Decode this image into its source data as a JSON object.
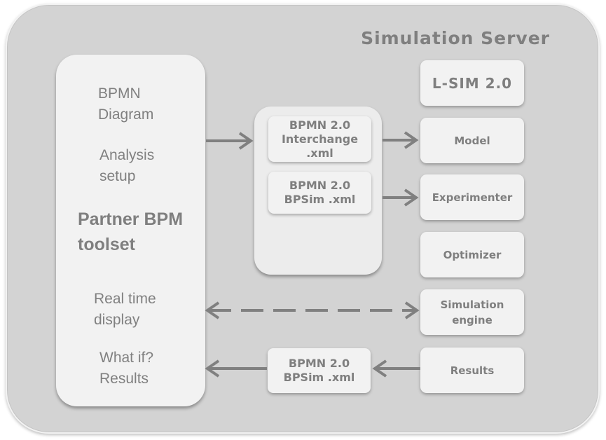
{
  "server": {
    "title": "Simulation Server"
  },
  "toolset": {
    "item1": [
      "BPMN",
      "Diagram"
    ],
    "item2": [
      "Analysis",
      "setup"
    ],
    "title": [
      "Partner BPM",
      "toolset"
    ],
    "item3": [
      "Real time",
      "display"
    ],
    "item4": [
      "What if?",
      "Results"
    ]
  },
  "files": {
    "interchange": [
      "BPMN 2.0",
      "Interchange",
      ".xml"
    ],
    "bpsim_in": [
      "BPMN 2.0",
      "BPSim .xml"
    ],
    "bpsim_out": [
      "BPMN 2.0",
      "BPSim .xml"
    ]
  },
  "components": {
    "lsim": "L-SIM 2.0",
    "model": "Model",
    "experimenter": "Experimenter",
    "optimizer": "Optimizer",
    "engine": [
      "Simulation",
      "engine"
    ],
    "results": "Results"
  },
  "colors": {
    "arrow": "#808080",
    "box": "#f2f2f2",
    "server": "#d3d3d3"
  }
}
